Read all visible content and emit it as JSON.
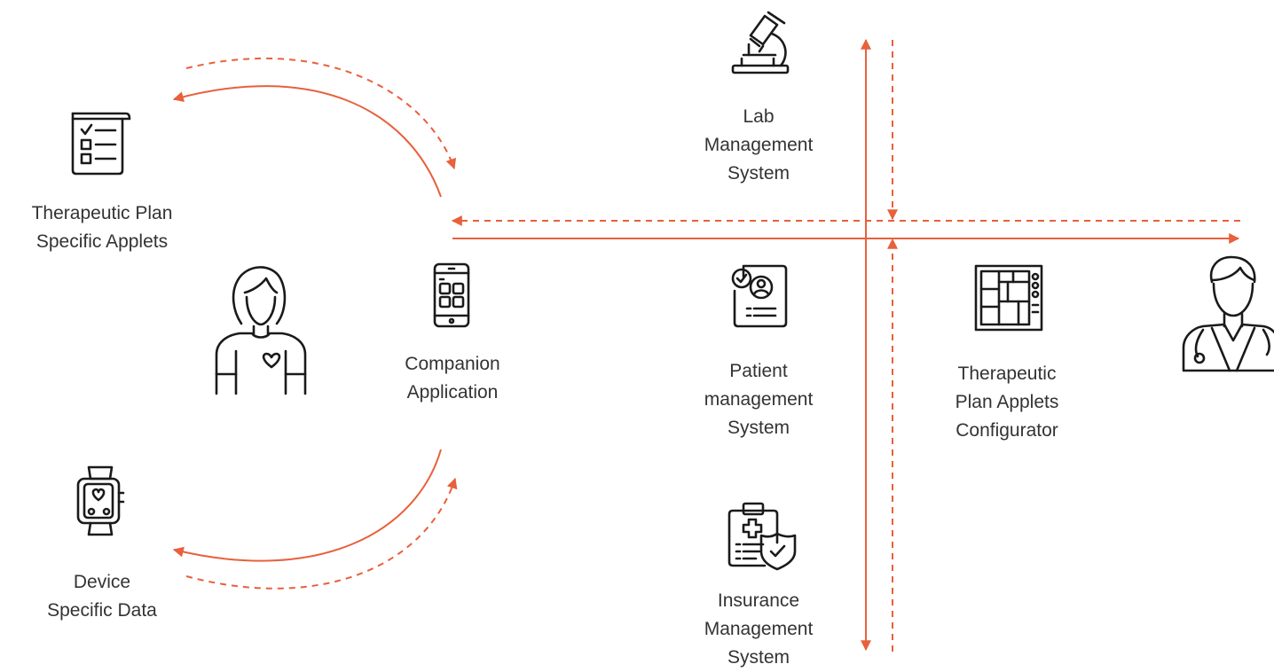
{
  "colors": {
    "accent": "#e8603c",
    "icon": "#1a1a1a",
    "text": "#333333"
  },
  "nodes": {
    "therapeutic_applets": {
      "line1": "Therapeutic Plan",
      "line2": "Specific Applets",
      "icon": "checklist-icon"
    },
    "device_data": {
      "line1": "Device",
      "line2": "Specific Data",
      "icon": "smartwatch-icon"
    },
    "companion_app": {
      "line1": "Companion",
      "line2": "Application",
      "icon": "smartphone-icon"
    },
    "patient": {
      "icon": "patient-icon"
    },
    "lab_system": {
      "line1": "Lab",
      "line2": "Management",
      "line3": "System",
      "icon": "microscope-icon"
    },
    "patient_mgmt": {
      "line1": "Patient",
      "line2": "management",
      "line3": "System",
      "icon": "patient-profile-icon"
    },
    "insurance_system": {
      "line1": "Insurance",
      "line2": "Management",
      "line3": "System",
      "icon": "insurance-clipboard-icon"
    },
    "configurator": {
      "line1": "Therapeutic",
      "line2": "Plan Applets",
      "line3": "Configurator",
      "icon": "layout-grid-icon"
    },
    "doctor": {
      "icon": "doctor-icon"
    }
  }
}
